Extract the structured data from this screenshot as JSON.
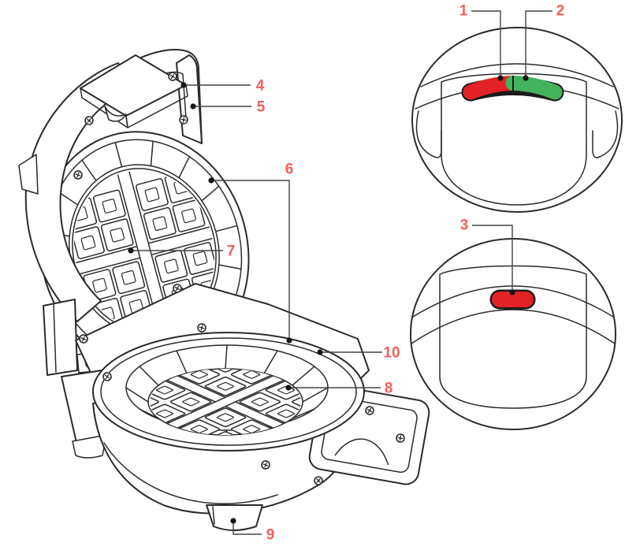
{
  "diagram": {
    "callouts": {
      "c1": "1",
      "c2": "2",
      "c3": "3",
      "c4": "4",
      "c5": "5",
      "c6": "6",
      "c7": "7",
      "c8": "8",
      "c9": "9",
      "c10": "10"
    },
    "colors": {
      "line_art": "#2b2b2b",
      "leader_line": "#454545",
      "callout_label": "#f0605e",
      "indicator_red": "#e32227",
      "indicator_green": "#44b45c",
      "power_button_red": "#e32227",
      "background": "#ffffff"
    }
  }
}
